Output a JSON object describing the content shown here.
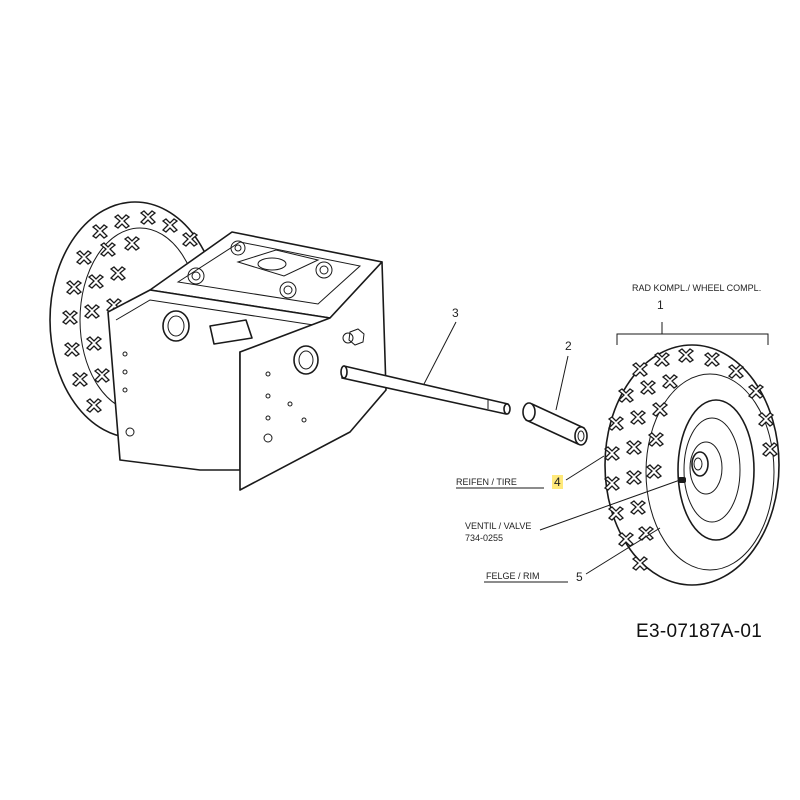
{
  "callouts": {
    "wheel_compl": {
      "number": "1",
      "label": "RAD KOMPL./ WHEEL COMPL."
    },
    "spacer": {
      "number": "2"
    },
    "axle": {
      "number": "3"
    },
    "tire": {
      "number": "4",
      "label": "REIFEN / TIRE"
    },
    "valve": {
      "label": "VENTIL / VALVE",
      "part_no": "734-0255"
    },
    "rim": {
      "number": "5",
      "label": "FELGE / RIM"
    }
  },
  "drawing_code": "E3-07187A-01",
  "colors": {
    "ink": "#1a1a1a",
    "highlight": "#ffe97a"
  }
}
